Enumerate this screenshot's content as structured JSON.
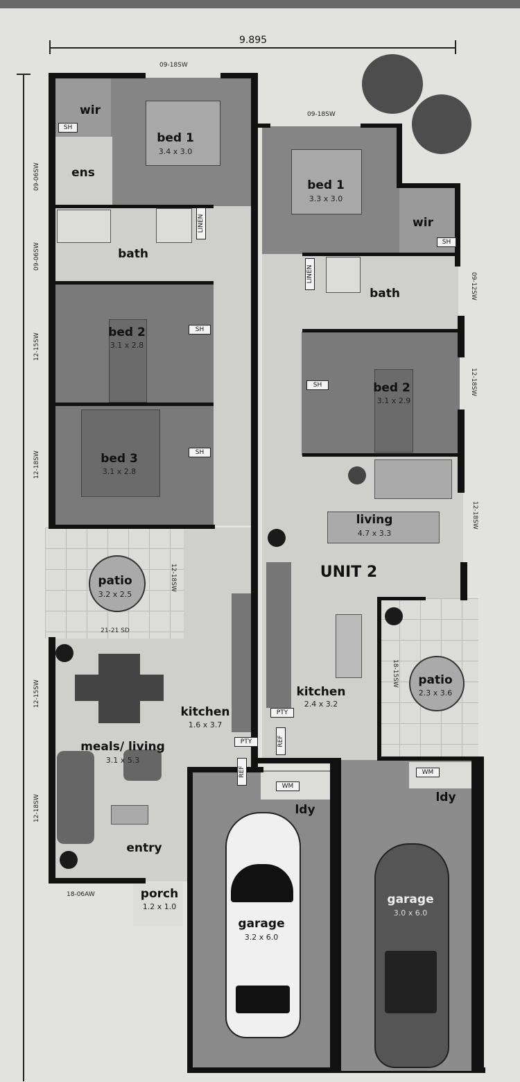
{
  "overall_width": "9.895",
  "colors": {
    "wall": "#111111",
    "room_dark": "#858585",
    "room_light": "#cfcfcc",
    "paper": "#e2e2df"
  },
  "unit1": {
    "bed1": {
      "label": "bed 1",
      "size": "3.4 x 3.0"
    },
    "wir": "wir",
    "ens": "ens",
    "bath": "bath",
    "linen": "LINEN",
    "bed2": {
      "label": "bed 2",
      "size": "3.1 x 2.8"
    },
    "bed3": {
      "label": "bed 3",
      "size": "3.1 x 2.8"
    },
    "sh": "SH",
    "patio": {
      "label": "patio",
      "size": "3.2 x 2.5",
      "door": "21-21 SD"
    },
    "kitchen": {
      "label": "kitchen",
      "size": "1.6 x 3.7"
    },
    "meals_living": {
      "label": "meals/ living",
      "size": "3.1 x 5.3"
    },
    "entry": "entry",
    "porch": {
      "label": "porch",
      "size": "1.2 x 1.0"
    },
    "pty": "PTY",
    "ref": "REF",
    "ldy": "ldy",
    "wm": "WM",
    "garage": {
      "label": "garage",
      "size": "3.2 x 6.0"
    },
    "windows": {
      "bed1_top": "09-18SW",
      "ens": "09-06SW",
      "bath": "09-06SW",
      "bed2": "12-15SW",
      "bed3": "12-18SW",
      "patio": "12-18SW",
      "meals1": "12-15SW",
      "meals2": "12-18SW",
      "entry": "18-06AW"
    }
  },
  "unit2": {
    "title": "UNIT 2",
    "bed1": {
      "label": "bed 1",
      "size": "3.3 x 3.0"
    },
    "wir": "wir",
    "sh": "SH",
    "linen": "LINEN",
    "bath": "bath",
    "bed2": {
      "label": "bed 2",
      "size": "3.1 x 2.9"
    },
    "living": {
      "label": "living",
      "size": "4.7 x 3.3"
    },
    "kitchen": {
      "label": "kitchen",
      "size": "2.4 x 3.2"
    },
    "patio": {
      "label": "patio",
      "size": "2.3 x 3.6"
    },
    "pty": "PTY",
    "ref": "REF",
    "ldy": "ldy",
    "wm": "WM",
    "garage": {
      "label": "garage",
      "size": "3.0 x 6.0"
    },
    "windows": {
      "bed1_top": "09-18SW",
      "bath": "09-12SW",
      "bed2": "12-18SW",
      "living": "12-18SW",
      "patio": "18-15SW"
    }
  }
}
